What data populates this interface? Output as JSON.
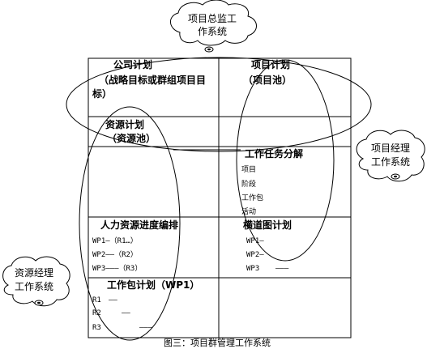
{
  "clouds": {
    "pm_director": {
      "line1": "项目总监工",
      "line2": "作系统"
    },
    "project_manager": {
      "line1": "项目经理",
      "line2": "工作系统"
    },
    "resource_manager": {
      "line1": "资源经理",
      "line2": "工作系统"
    }
  },
  "cells": {
    "company_plan": {
      "title": "公司计划",
      "line2": "（战略目标或群组项目目",
      "line3": "标）"
    },
    "project_plan": {
      "title": "项目计划",
      "line2": "（项目池）"
    },
    "resource_plan": {
      "title": "资源计划",
      "line2": "（资源池）"
    },
    "wbs": {
      "title": "工作任务分解",
      "items": [
        "项目",
        "阶段",
        "工作包",
        "活动"
      ]
    },
    "hr_scheduling": {
      "title": "人力资源进度编排",
      "items": [
        "WP1—（R1…）",
        "WP2——（R2）",
        "WP3———（R3）"
      ]
    },
    "gantt": {
      "title": "横道图计划",
      "items": [
        "WP1—",
        "WP2—",
        "WP3"
      ],
      "wp3_dashes": "———"
    },
    "workpackage_plan": {
      "title": "工作包计划（WP1）",
      "rows": [
        {
          "label": "R1",
          "dashes": "——"
        },
        {
          "label": "R2",
          "dashes": "——"
        },
        {
          "label": "R3",
          "dashes": "———"
        }
      ]
    }
  },
  "caption": "图三：项目群管理工作系统"
}
